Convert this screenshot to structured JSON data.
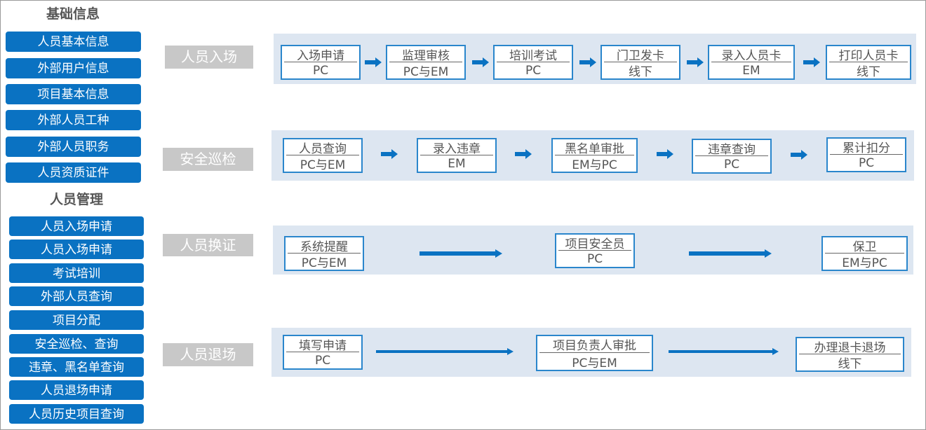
{
  "sidebar": {
    "basic_title": "基础信息",
    "basic_items": [
      "人员基本信息",
      "外部用户信息",
      "项目基本信息",
      "外部人员工种",
      "外部人员职务",
      "人员资质证件"
    ],
    "manage_title": "人员管理",
    "manage_items": [
      "人员入场申请",
      "人员入场申请",
      "考试培训",
      "外部人员查询",
      "项目分配",
      "安全巡检、查询",
      "违章、黑名单查询",
      "人员退场申请",
      "人员历史项目查询"
    ]
  },
  "flows": [
    {
      "label": "人员入场",
      "steps": [
        {
          "title": "入场申请",
          "sub": "PC"
        },
        {
          "title": "监理审核",
          "sub": "PC与EM"
        },
        {
          "title": "培训考试",
          "sub": "PC"
        },
        {
          "title": "门卫发卡",
          "sub": "线下"
        },
        {
          "title": "录入人员卡",
          "sub": "EM"
        },
        {
          "title": "打印人员卡",
          "sub": "线下"
        }
      ]
    },
    {
      "label": "安全巡检",
      "steps": [
        {
          "title": "人员查询",
          "sub": "PC与EM"
        },
        {
          "title": "录入违章",
          "sub": "EM"
        },
        {
          "title": "黑名单审批",
          "sub": "EM与PC"
        },
        {
          "title": "违章查询",
          "sub": "PC"
        },
        {
          "title": "累计扣分",
          "sub": "PC"
        }
      ]
    },
    {
      "label": "人员换证",
      "steps": [
        {
          "title": "系统提醒",
          "sub": "PC与EM"
        },
        {
          "title": "项目安全员",
          "sub": "PC"
        },
        {
          "title": "保卫",
          "sub": "EM与PC"
        }
      ]
    },
    {
      "label": "人员退场",
      "steps": [
        {
          "title": "填写申请",
          "sub": "PC"
        },
        {
          "title": "项目负责人审批",
          "sub": "PC与EM"
        },
        {
          "title": "办理退卡退场",
          "sub": "线下"
        }
      ]
    }
  ],
  "colors": {
    "accent": "#0a72c2",
    "band": "#dde6f1",
    "label_bg": "#c8c8c8",
    "node_border": "#2a86cc"
  }
}
